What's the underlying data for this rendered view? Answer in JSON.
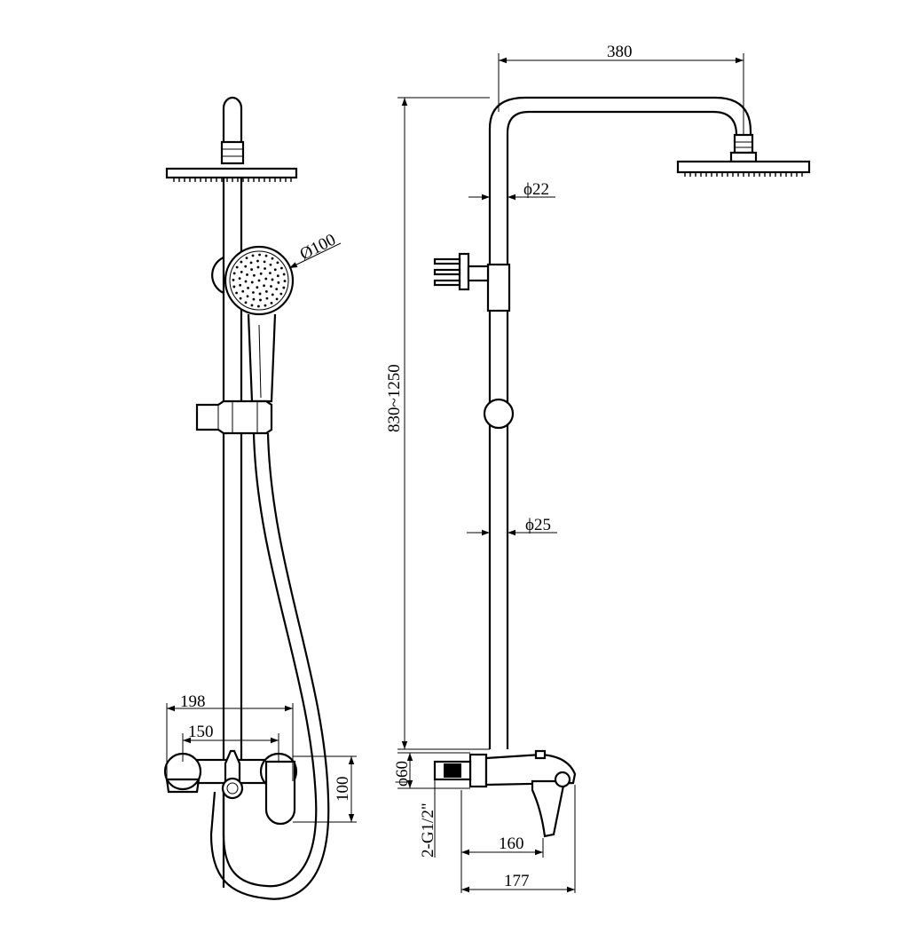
{
  "front_view": {
    "handshower_diameter": "Ø100",
    "mixer_width": "198",
    "inlet_center_distance": "150",
    "mixer_height": "100"
  },
  "side_view": {
    "arm_reach": "380",
    "height_range": "830~1250",
    "upper_pipe_diameter": "ϕ22",
    "lower_pipe_diameter": "ϕ25",
    "escutcheon_diameter": "ϕ60",
    "inlet_thread": "2-G1/2\"",
    "spout_projection": "160",
    "total_projection": "177"
  },
  "colors": {
    "line": "#000000",
    "background": "#ffffff"
  }
}
